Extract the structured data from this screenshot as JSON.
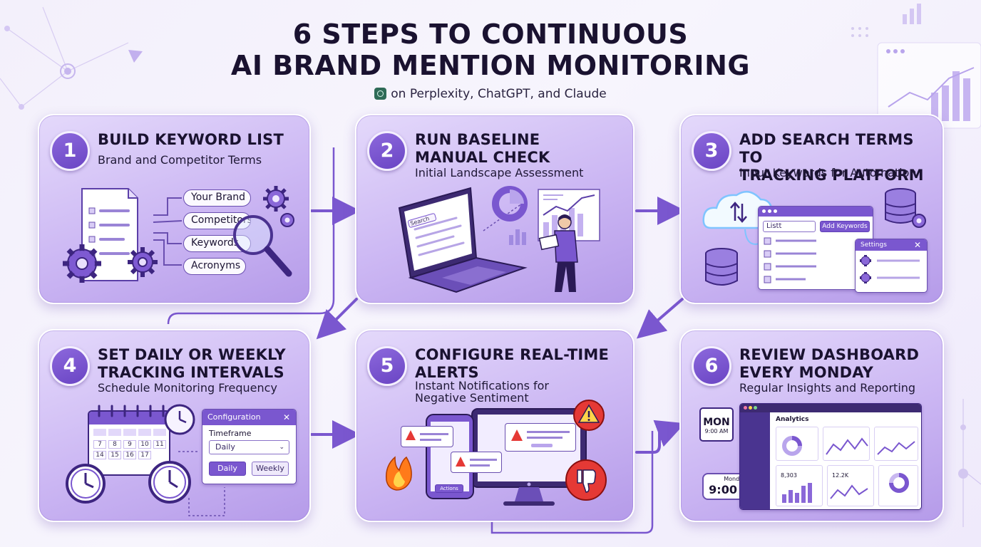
{
  "header": {
    "title_line1": "6 STEPS TO CONTINUOUS",
    "title_line2": "AI BRAND MENTION MONITORING",
    "subtitle": "on Perplexity, ChatGPT, and Claude"
  },
  "steps": [
    {
      "number": "1",
      "title": "BUILD KEYWORD LIST",
      "subtitle": "Brand and Competitor Terms",
      "keywords": [
        "Your Brand",
        "Competitors",
        "Keywords",
        "Acronyms"
      ]
    },
    {
      "number": "2",
      "title": "RUN BASELINE\nMANUAL CHECK",
      "subtitle": "Initial Landscape Assessment",
      "search_text": "Search"
    },
    {
      "number": "3",
      "title": "ADD SEARCH TERMS TO\nTRACKING PLATFORM",
      "subtitle": "Input Keywords for Automation",
      "input_text": "Listt",
      "add_button": "Add Keywords",
      "settings_label": "Settings"
    },
    {
      "number": "4",
      "title": "SET DAILY OR WEEKLY\nTRACKING INTERVALS",
      "subtitle": "Schedule Monitoring Frequency",
      "config_title": "Configuration",
      "timeframe_label": "Timeframe",
      "select_value": "Daily",
      "option_daily": "Daily",
      "option_weekly": "Weekly",
      "calendar_days": [
        "7",
        "8",
        "9",
        "10",
        "11",
        "14",
        "15",
        "16",
        "17"
      ]
    },
    {
      "number": "5",
      "title": "CONFIGURE REAL-TIME\nALERTS",
      "subtitle": "Instant Notifications for\nNegative Sentiment",
      "phone_button": "Actions"
    },
    {
      "number": "6",
      "title": "REVIEW DASHBOARD\nEVERY MONDAY",
      "subtitle": "Regular Insights and Reporting",
      "cal_day": "MON",
      "cal_time": "9:00 AM",
      "reminder_label": "Monday",
      "reminder_time": "9:00 AM",
      "dashboard_title": "Analytics",
      "stat1": "8,303",
      "stat2": "12.2K"
    }
  ],
  "colors": {
    "accent": "#7a57cf",
    "card_light": "#e4d9fb",
    "card_dark": "#b59be9",
    "arrow": "#7a57cf",
    "alert_red": "#e53935"
  }
}
